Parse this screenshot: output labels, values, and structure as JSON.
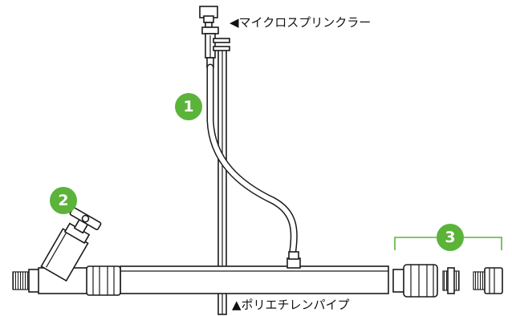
{
  "labels": {
    "sprinkler": "◀マイクロスプリンクラー",
    "pipe": "▲ポリエチレンパイプ"
  },
  "badges": [
    "1",
    "2",
    "3"
  ],
  "colors": {
    "badge": "#5bb33a",
    "line": "#1a1a1a",
    "background": "#ffffff"
  }
}
